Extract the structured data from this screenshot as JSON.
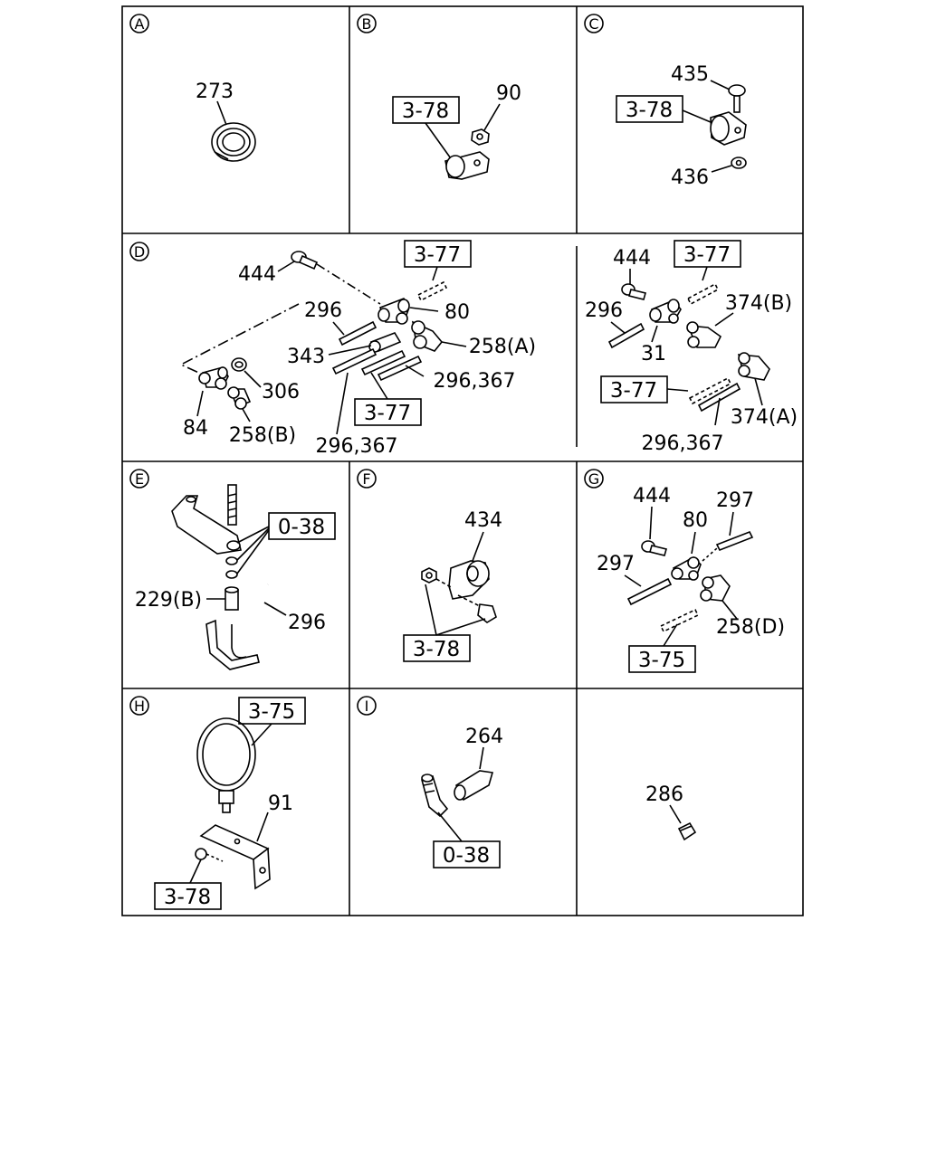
{
  "panels": {
    "A": {
      "marker": "A",
      "parts": {
        "p273": "273"
      }
    },
    "B": {
      "marker": "B",
      "parts": {
        "p90": "90"
      },
      "refs": {
        "r1": "3-78"
      }
    },
    "C": {
      "marker": "C",
      "parts": {
        "p435": "435",
        "p436": "436"
      },
      "refs": {
        "r1": "3-78"
      }
    },
    "D": {
      "marker": "D",
      "parts": {
        "p444": "444",
        "p296": "296",
        "p80": "80",
        "p343": "343",
        "p258a": "258(A)",
        "p296_367a": "296,367",
        "p306": "306",
        "p84": "84",
        "p258b": "258(B)",
        "p296_367b": "296,367"
      },
      "refs": {
        "r1": "3-77",
        "r2": "3-77"
      }
    },
    "D2": {
      "parts": {
        "p444": "444",
        "p296": "296",
        "p374b": "374(B)",
        "p31": "31",
        "p374a": "374(A)",
        "p296_367": "296,367"
      },
      "refs": {
        "r1": "3-77",
        "r2": "3-77"
      }
    },
    "E": {
      "marker": "E",
      "parts": {
        "p229b": "229(B)",
        "p296": "296"
      },
      "refs": {
        "r1": "0-38"
      }
    },
    "F": {
      "marker": "F",
      "parts": {
        "p434": "434"
      },
      "refs": {
        "r1": "3-78"
      }
    },
    "G": {
      "marker": "G",
      "parts": {
        "p444": "444",
        "p80": "80",
        "p297a": "297",
        "p297b": "297",
        "p258d": "258(D)"
      },
      "refs": {
        "r1": "3-75"
      }
    },
    "H": {
      "marker": "H",
      "parts": {
        "p91": "91"
      },
      "refs": {
        "r1": "3-75",
        "r2": "3-78"
      }
    },
    "I": {
      "marker": "I",
      "parts": {
        "p264": "264"
      },
      "refs": {
        "r1": "0-38"
      }
    },
    "J": {
      "parts": {
        "p286": "286"
      }
    }
  }
}
